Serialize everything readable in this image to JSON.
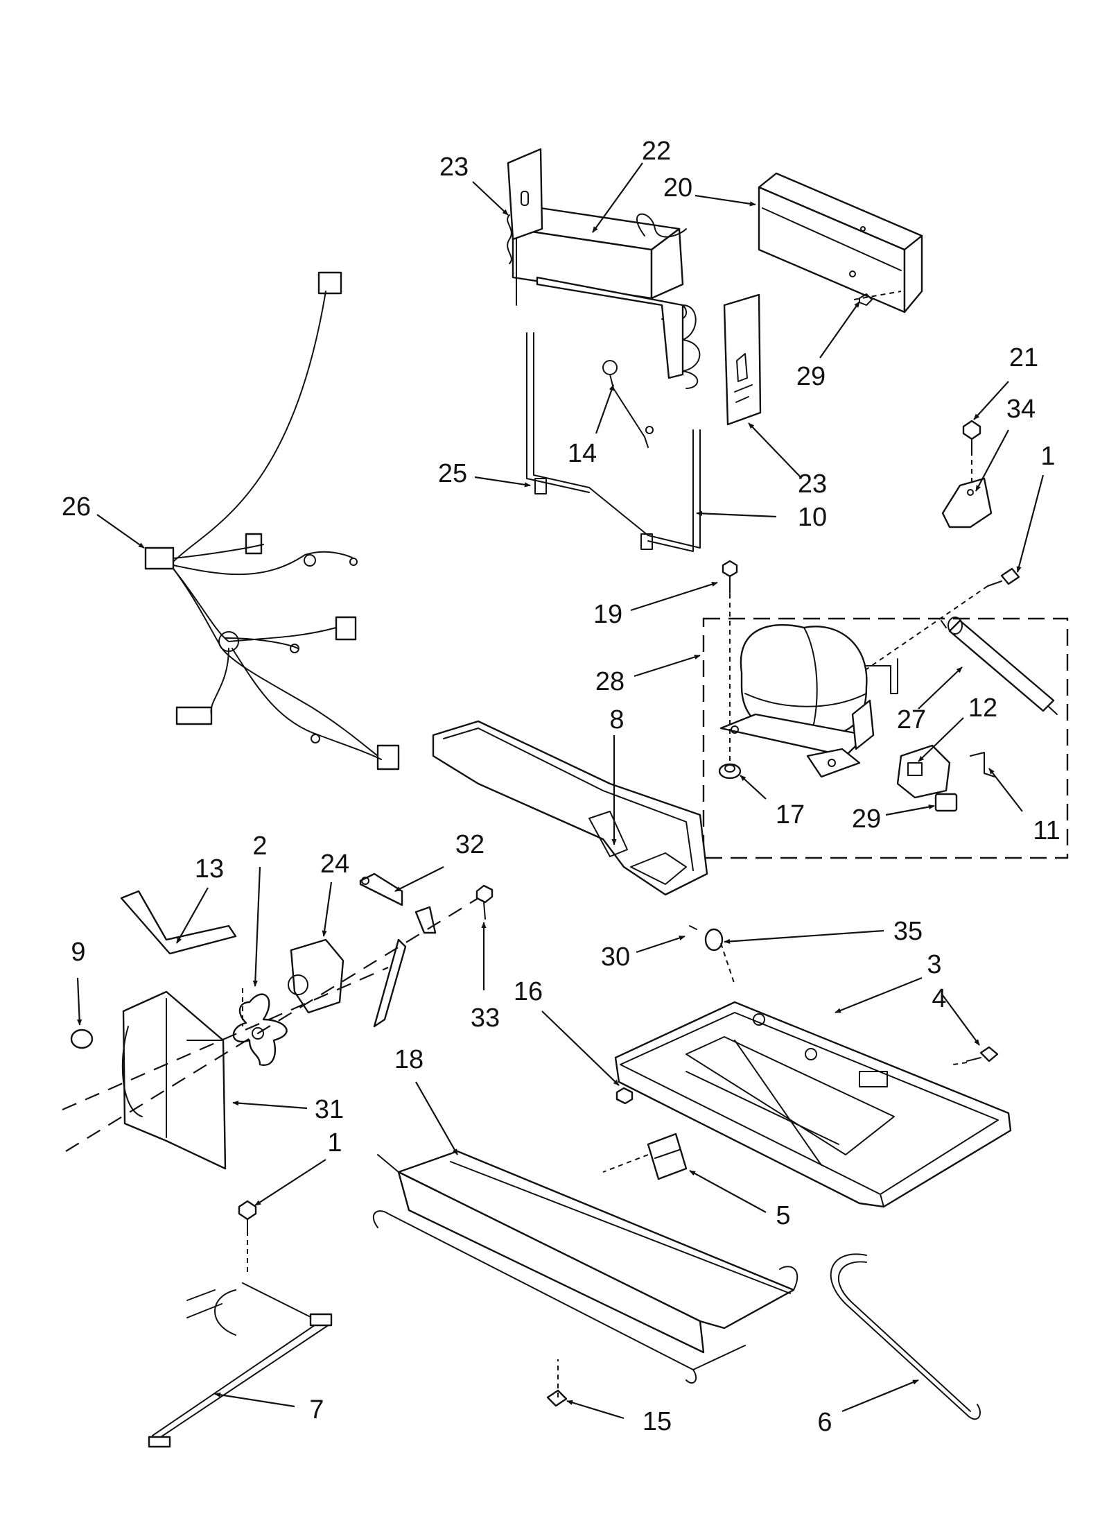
{
  "callouts": {
    "c23a": "23",
    "c22": "22",
    "c20": "20",
    "c29a": "29",
    "c21": "21",
    "c34": "34",
    "c1a": "1",
    "c14": "14",
    "c23b": "23",
    "c25": "25",
    "c10": "10",
    "c26": "26",
    "c19": "19",
    "c28": "28",
    "c27": "27",
    "c12": "12",
    "c8": "8",
    "c17": "17",
    "c29b": "29",
    "c11": "11",
    "c2": "2",
    "c13": "13",
    "c24": "24",
    "c32": "32",
    "c9": "9",
    "c33": "33",
    "c30": "30",
    "c35": "35",
    "c3": "3",
    "c16": "16",
    "c4": "4",
    "c18": "18",
    "c31": "31",
    "c1b": "1",
    "c5": "5",
    "c7": "7",
    "c15": "15",
    "c6": "6"
  },
  "colors": {
    "ink": "#111111",
    "paper": "#ffffff"
  }
}
